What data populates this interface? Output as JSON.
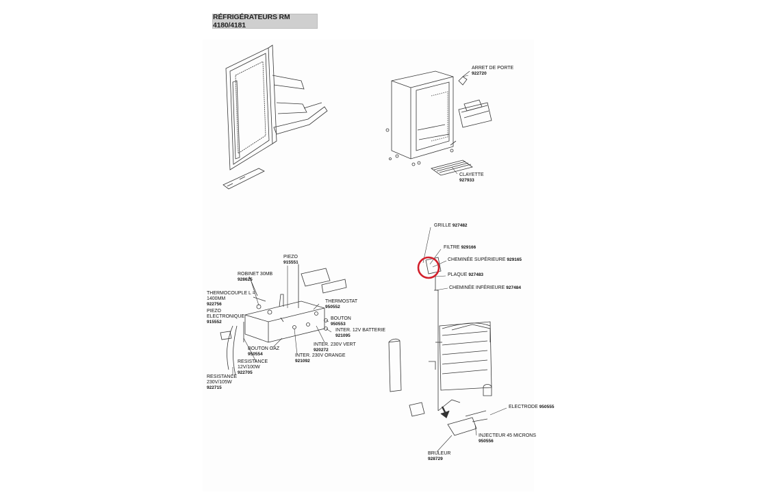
{
  "title": "RÉFRIGÉRATEURS RM 4180/4181",
  "labels": {
    "arret_de_porte": "ARRET DE PORTE",
    "arret_de_porte_ref": "922720",
    "clayette": "CLAYETTE",
    "clayette_ref": "927933",
    "grille": "GRILLE",
    "grille_ref": "927482",
    "filtre": "FILTRE",
    "filtre_ref": "929166",
    "cheminee_sup": "CHEMINÉE SUPÉRIEURE",
    "cheminee_sup_ref": "929165",
    "plaque": "PLAQUE",
    "plaque_ref": "927483",
    "cheminee_inf": "CHEMINÉE INFÉRIEURE",
    "cheminee_inf_ref": "927484",
    "electrode": "ELECTRODE",
    "electrode_ref": "950555",
    "injecteur": "INJECTEUR 45 MICRONS",
    "injecteur_ref": "950556",
    "bruleur": "BRULEUR",
    "bruleur_ref": "928729",
    "piezo": "PIEZO",
    "piezo_ref": "915551",
    "robinet_l1": "ROBINET 30MB",
    "robinet_ref": "928625",
    "thermocouple_l1": "THERMOCOUPLE L =",
    "thermocouple_l2": "1400MM",
    "thermocouple_ref": "922756",
    "thermostat": "THERMOSTAT",
    "thermostat_ref": "950552",
    "piezo_elec_l1": "PIEZO",
    "piezo_elec_l2": "ELECTRONIQUE",
    "piezo_elec_ref": "915552",
    "bouton": "BOUTON",
    "bouton_ref": "950553",
    "inter_12v": "INTER. 12V BATTERIE",
    "inter_12v_ref": "921095",
    "inter_230v_vert": "INTER. 230V VERT",
    "inter_230v_vert_ref": "920272",
    "bouton_gaz": "BOUTON GAZ",
    "bouton_gaz_ref": "950554",
    "inter_230v_orange": "INTER. 230V ORANGE",
    "inter_230v_orange_ref": "921092",
    "resistance12_l1": "RESISTANCE",
    "resistance12_l2": "12V/100W",
    "resistance12_ref": "922705",
    "resistance230_l1": "RESISTANCE",
    "resistance230_l2": "230V/105W",
    "resistance230_ref": "922715"
  },
  "colors": {
    "highlight": "#d21f2b",
    "line": "#333333",
    "title_bg": "#cfcfcf"
  }
}
